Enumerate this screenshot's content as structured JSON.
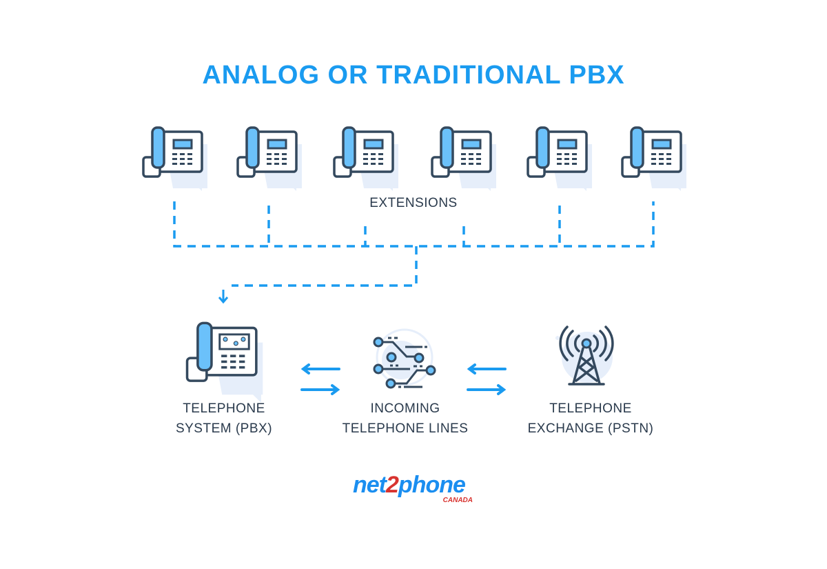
{
  "title": "ANALOG OR TRADITIONAL PBX",
  "extensions_label": "EXTENSIONS",
  "nodes": {
    "pbx": {
      "line1": "TELEPHONE",
      "line2": "SYSTEM (PBX)"
    },
    "lines": {
      "line1": "INCOMING",
      "line2": "TELEPHONE LINES"
    },
    "pstn": {
      "line1": "TELEPHONE",
      "line2": "EXCHANGE (PSTN)"
    }
  },
  "logo": {
    "part1": "net",
    "part2": "2",
    "part3": "phone",
    "sub": "CANADA"
  },
  "colors": {
    "accent": "#1a9bf0",
    "icon_stroke": "#34495e",
    "icon_fill": "#6bc1fa",
    "shadow": "#e6eefa"
  }
}
